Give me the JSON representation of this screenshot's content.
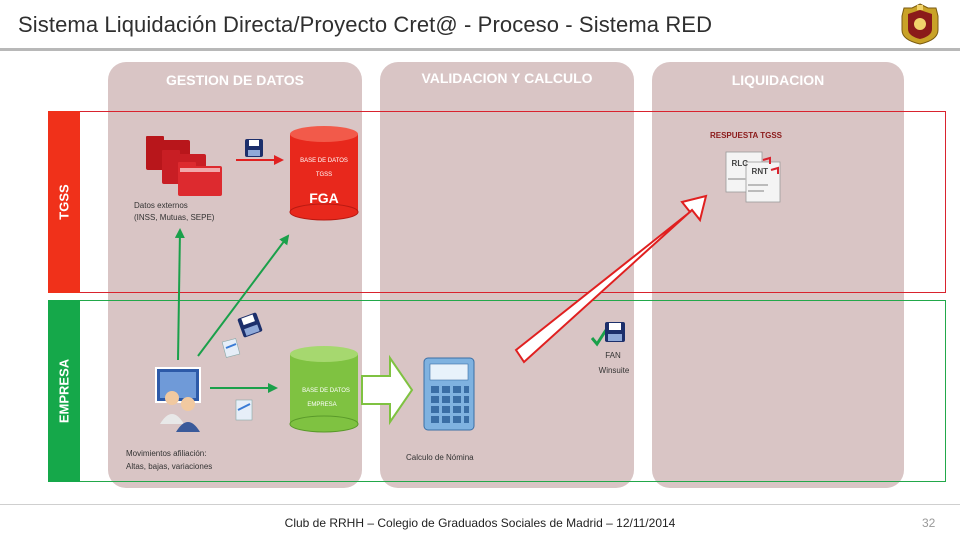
{
  "title": "Sistema Liquidación Directa/Proyecto Cret@  - Proceso - Sistema RED",
  "columns": [
    {
      "label": "GESTION DE DATOS"
    },
    {
      "label": "VALIDACION Y CALCULO"
    },
    {
      "label": "LIQUIDACION"
    }
  ],
  "rows": {
    "tgss": "TGSS",
    "empresa": "EMPRESA"
  },
  "nodes": {
    "datos_externos": {
      "line1": "Datos externos",
      "line2": "(INSS, Mutuas, SEPE)"
    },
    "db_tgss": {
      "line1": "BASE DE DATOS",
      "line2": "TGSS",
      "name": "FGA"
    },
    "db_empresa": {
      "line1": "BASE DE DATOS",
      "line2": "EMPRESA"
    },
    "movimientos": {
      "line1": "Movimientos afiliación:",
      "line2": "Altas, bajas, variaciones"
    },
    "calculo": {
      "label": "Calculo de Nómina"
    },
    "fan": {
      "line1": "FAN",
      "line2": "Winsuite"
    },
    "respuesta": {
      "label": "RESPUESTA TGSS",
      "doc1": "RLC",
      "doc2": "RNT"
    }
  },
  "colors": {
    "column_bg": "#d9c5c5",
    "tgss": "#f0311a",
    "empresa": "#15a84a",
    "db_red": "#e8281c",
    "db_green": "#7fc241",
    "arrow_green": "#1aa04a",
    "arrow_red": "#e02020"
  },
  "footer": "Club de RRHH – Colegio de Graduados Sociales de Madrid – 12/11/2014",
  "page_number": "32"
}
